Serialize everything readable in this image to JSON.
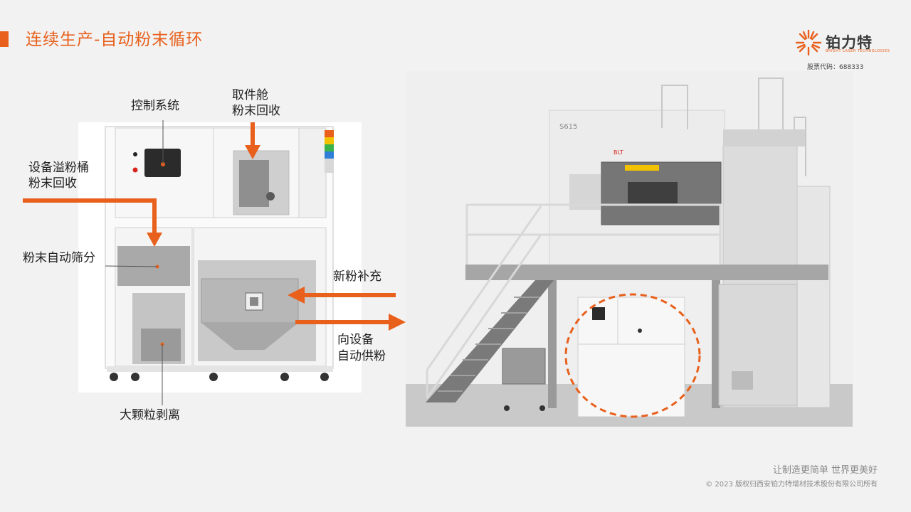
{
  "title": "连续生产-自动粉末循环",
  "logo": {
    "name_cn": "铂力特",
    "name_en": "BRIGHT LASER TECHNOLOGIES",
    "stock_code": "股票代码：688333"
  },
  "machine_labels": {
    "model": "S615",
    "brand": "BLT"
  },
  "labels": {
    "control_system": "控制系统",
    "cabin_line1": "取件舱",
    "cabin_line2": "粉末回收",
    "overflow_line1": "设备溢粉桶",
    "overflow_line2": "粉末回收",
    "sieving": "粉末自动筛分",
    "new_powder": "新粉补充",
    "feed_line1": "向设备",
    "feed_line2": "自动供粉",
    "particle": "大颗粒剥离"
  },
  "footer": {
    "slogan": "让制造更简单  世界更美好",
    "copyright": "© 2023  版权归西安铂力特增材技术股份有限公司所有"
  },
  "colors": {
    "accent": "#e8601c",
    "text": "#222222",
    "muted": "#8a8a8a",
    "background": "#f2f2f2"
  }
}
